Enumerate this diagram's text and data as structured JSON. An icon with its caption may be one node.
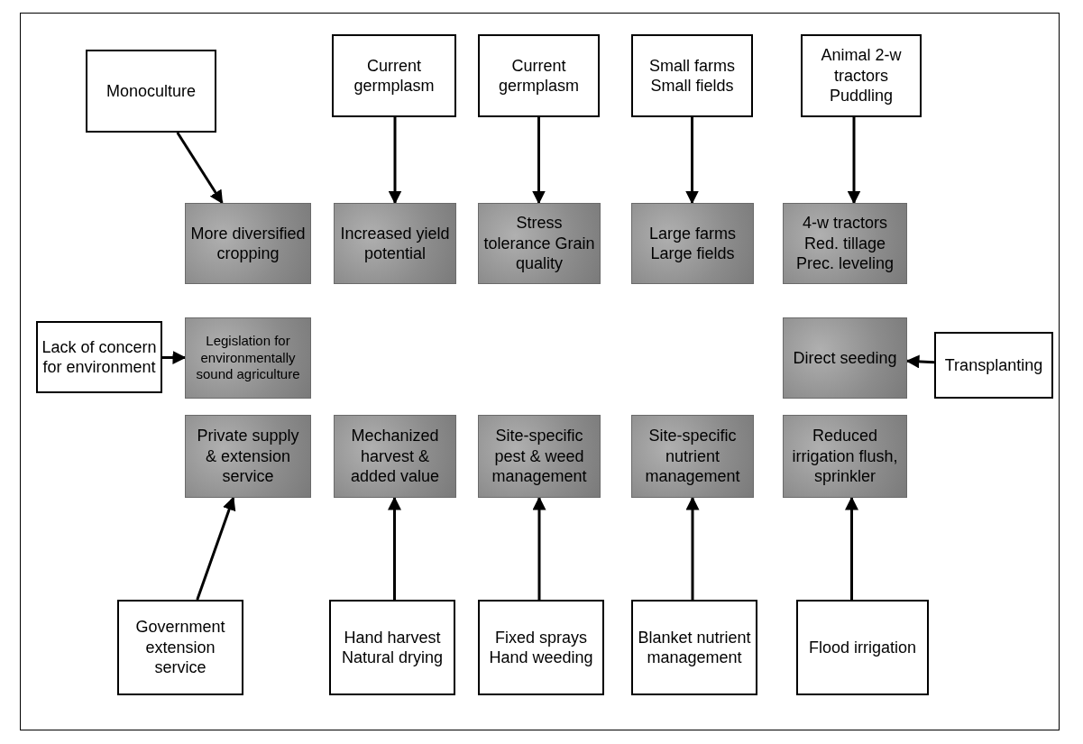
{
  "diagram": {
    "nodes": [
      {
        "text": [
          "Monoculture"
        ]
      },
      {
        "text": [
          "Current germplasm"
        ]
      },
      {
        "text": [
          "Current germplasm"
        ]
      },
      {
        "text": [
          "Small farms Small fields"
        ]
      },
      {
        "text": [
          "Animal 2-w tractors Puddling"
        ]
      },
      {
        "text": [
          "More diversified cropping"
        ]
      },
      {
        "text": [
          "Increased yield potential"
        ]
      },
      {
        "text": [
          "Stress tolerance Grain quality"
        ]
      },
      {
        "text": [
          "Large farms Large fields"
        ]
      },
      {
        "text": [
          "4-w tractors Red. tillage Prec. leveling"
        ]
      },
      {
        "text": [
          "Lack of concern for environment"
        ]
      },
      {
        "text": [
          "Legislation for environmentally sound agriculture"
        ]
      },
      {
        "text": [
          "Direct seeding"
        ]
      },
      {
        "text": [
          "Transplanting"
        ]
      },
      {
        "text": [
          "Private supply & extension service"
        ]
      },
      {
        "text": [
          "Mechanized harvest & added value"
        ]
      },
      {
        "text": [
          "Site-specific pest & weed management"
        ]
      },
      {
        "text": [
          "Site-specific nutrient management"
        ]
      },
      {
        "text": [
          "Reduced irrigation flush, sprinkler"
        ]
      },
      {
        "text": [
          "Government extension service"
        ]
      },
      {
        "text": [
          "Hand harvest Natural drying"
        ]
      },
      {
        "text": [
          "Fixed sprays Hand weeding"
        ]
      },
      {
        "text": [
          "Blanket nutrient management"
        ]
      },
      {
        "text": [
          "Flood irrigation"
        ]
      }
    ],
    "edges": [
      {
        "from": 0,
        "to": 5,
        "arrow": "to"
      },
      {
        "from": 1,
        "to": 6,
        "arrow": "to"
      },
      {
        "from": 2,
        "to": 7,
        "arrow": "to"
      },
      {
        "from": 3,
        "to": 8,
        "arrow": "to"
      },
      {
        "from": 4,
        "to": 9,
        "arrow": "to"
      },
      {
        "from": 10,
        "to": 11,
        "arrow": "to"
      },
      {
        "from": 13,
        "to": 12,
        "arrow": "to"
      },
      {
        "from": 19,
        "to": 14,
        "arrow": "to"
      },
      {
        "from": 20,
        "to": 15,
        "arrow": "to"
      },
      {
        "from": 21,
        "to": 16,
        "arrow": "to"
      },
      {
        "from": 22,
        "to": 17,
        "arrow": "to"
      },
      {
        "from": 23,
        "to": 18,
        "arrow": "to"
      }
    ]
  }
}
